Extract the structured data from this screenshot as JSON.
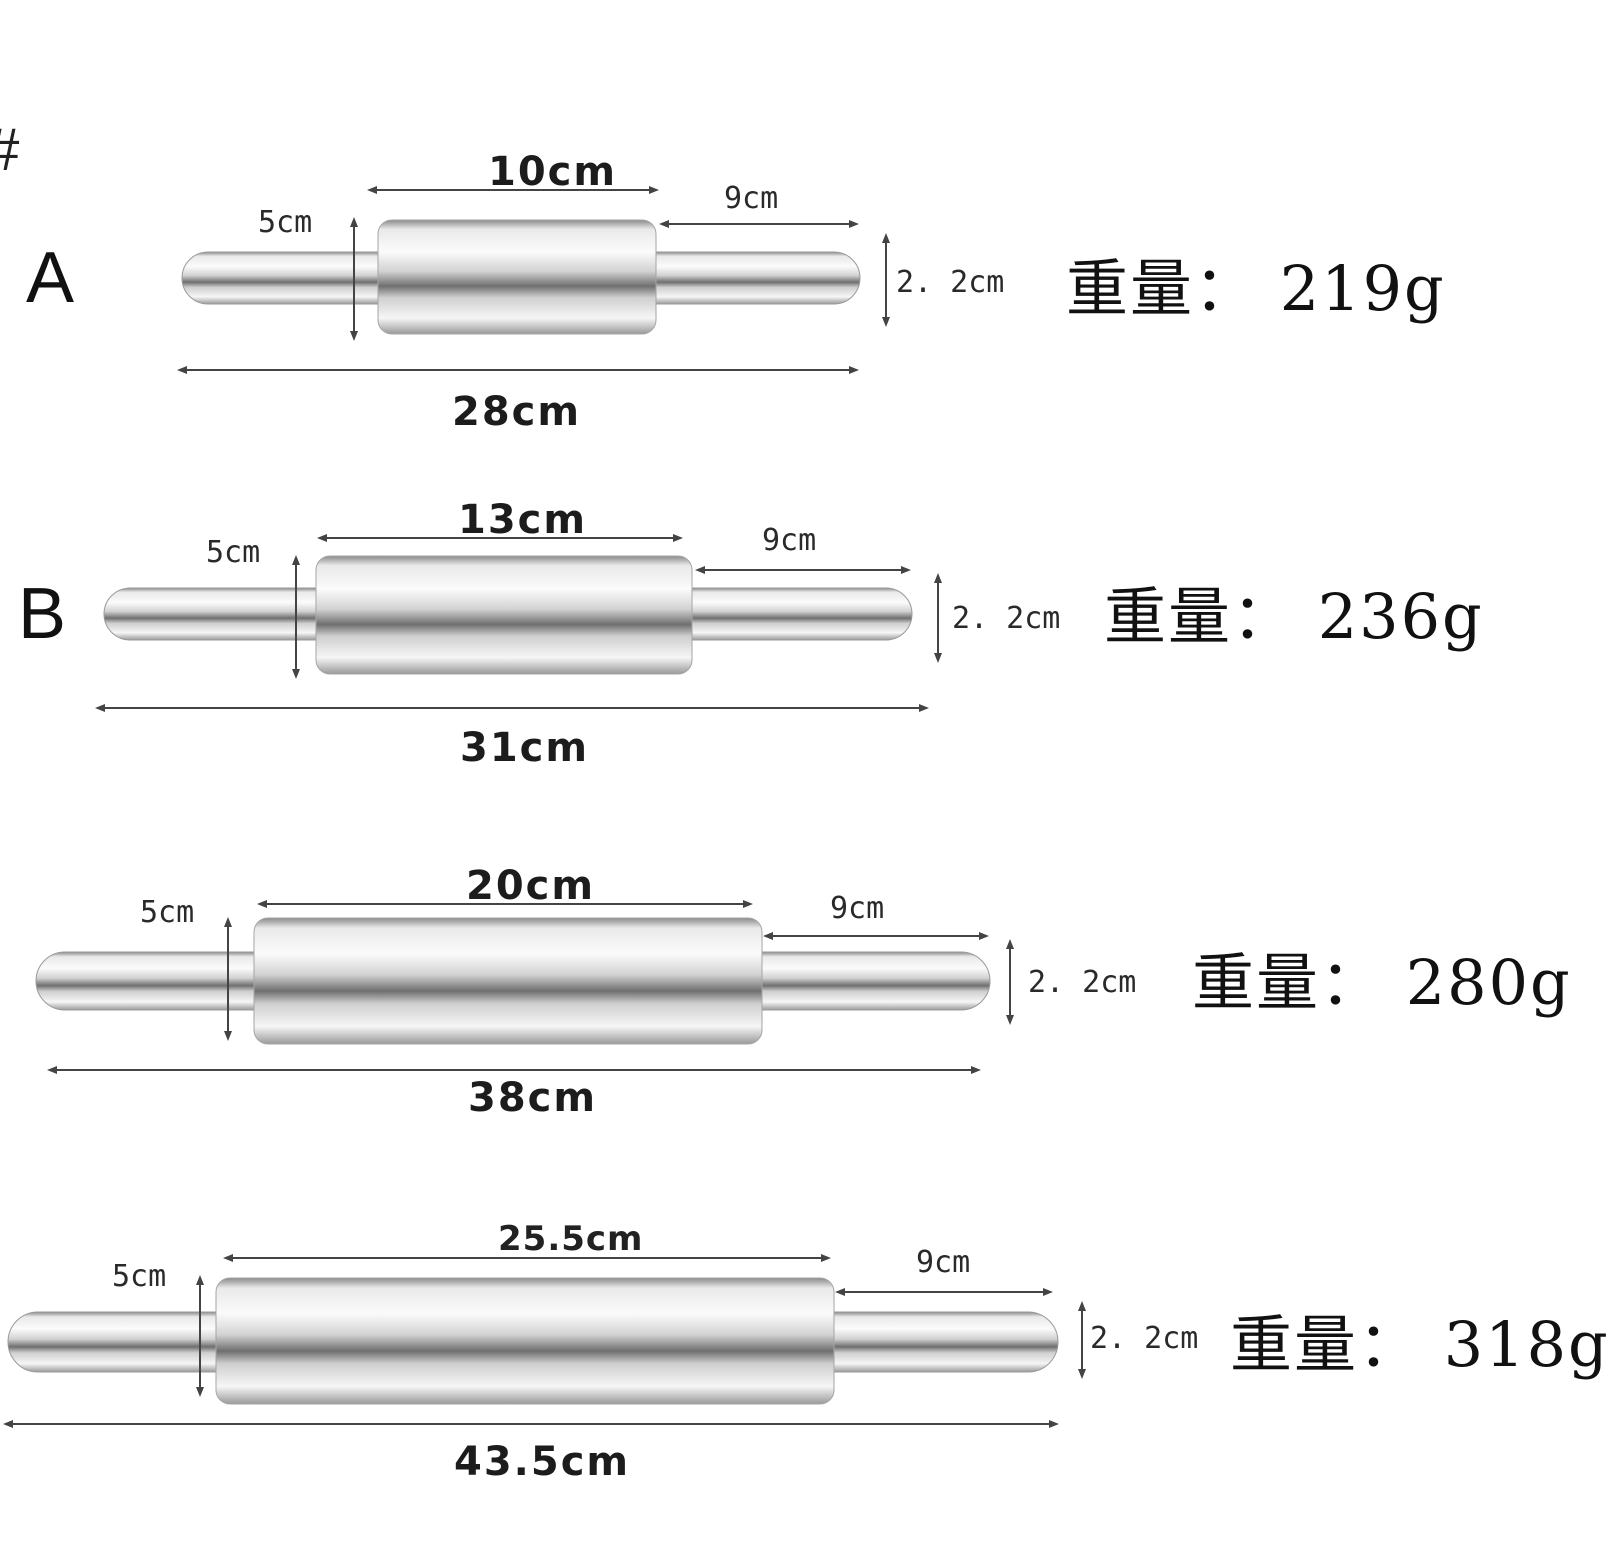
{
  "edge_marks": [
    "#",
    "("
  ],
  "rolling_pins": [
    {
      "variant": "A",
      "barrel_length": "10cm",
      "left_handle": "5cm",
      "right_handle": "9cm",
      "diameter": "2. 2cm",
      "total_length": "28cm",
      "weight": "重量：  219g"
    },
    {
      "variant": "B",
      "barrel_length": "13cm",
      "left_handle": "5cm",
      "right_handle": "9cm",
      "diameter": "2. 2cm",
      "total_length": "31cm",
      "weight": "重量：  236g"
    },
    {
      "variant": "",
      "barrel_length": "20cm",
      "left_handle": "5cm",
      "right_handle": "9cm",
      "diameter": "2. 2cm",
      "total_length": "38cm",
      "weight": "重量：  280g"
    },
    {
      "variant": "",
      "barrel_length": "25.5cm",
      "left_handle": "5cm",
      "right_handle": "9cm",
      "diameter": "2. 2cm",
      "total_length": "43.5cm",
      "weight": "重量：  318g"
    }
  ],
  "colors": {
    "background": "#ffffff",
    "steel_light": "#f4f4f4",
    "steel_mid": "#c8c8c8",
    "steel_dark": "#6a6a6a",
    "dimension_line": "#444444",
    "text": "#111111"
  }
}
